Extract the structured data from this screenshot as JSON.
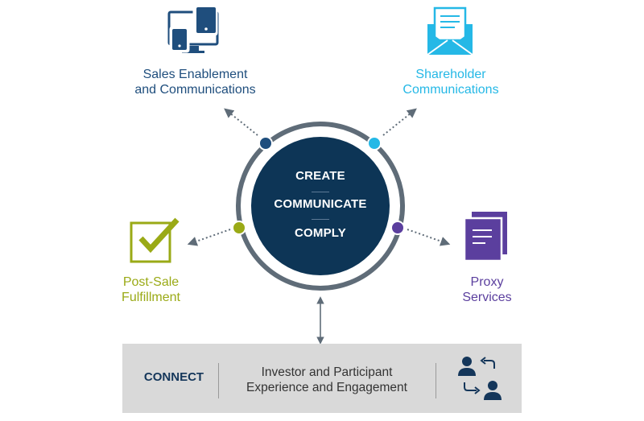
{
  "hub": {
    "lines": [
      "CREATE",
      "COMMUNICATE",
      "COMPLY"
    ],
    "fill_color": "#0d3556",
    "ring_color": "#5f6c78"
  },
  "nodes": {
    "sales": {
      "line1": "Sales Enablement",
      "line2": "and Communications",
      "color": "#1f4e7d",
      "icon": "devices-icon"
    },
    "shareholder": {
      "line1": "Shareholder",
      "line2": "Communications",
      "color": "#25b8e6",
      "icon": "envelope-letter-icon"
    },
    "post_sale": {
      "line1": "Post-Sale",
      "line2": "Fulfillment",
      "color": "#9aaa16",
      "icon": "checkbox-icon"
    },
    "proxy": {
      "line1": "Proxy",
      "line2": "Services",
      "color": "#5b3f9e",
      "icon": "documents-icon"
    }
  },
  "connect": {
    "title": "CONNECT",
    "line1": "Investor and Participant",
    "line2": "Experience and Engagement",
    "icon": "user-exchange-icon",
    "bar_color": "#d9d9d9"
  }
}
